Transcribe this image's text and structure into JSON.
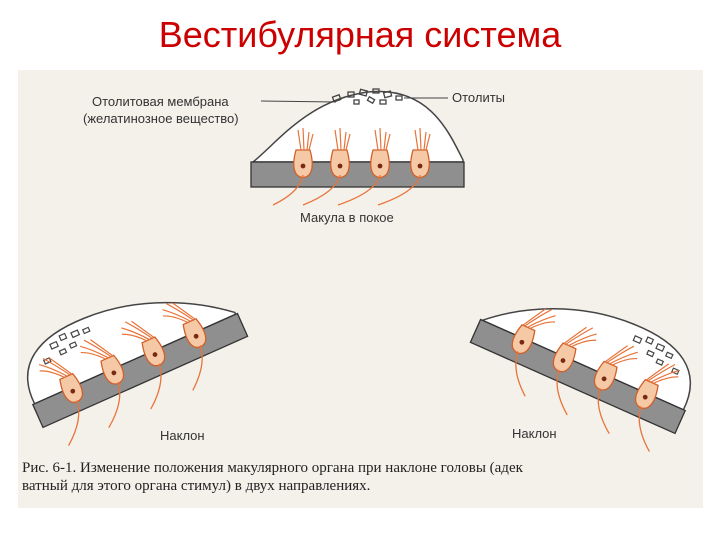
{
  "slide": {
    "title": "Вестибулярная система"
  },
  "figure": {
    "labels": {
      "membrane_line1": "Отолитовая мембрана",
      "membrane_line2": "(желатинозное вещество)",
      "otoliths": "Отолиты",
      "rest": "Макула в покое",
      "tilt_left": "Наклон",
      "tilt_right": "Наклон"
    },
    "caption": {
      "line1": "Рис. 6-1. Изменение положения макулярного органа при наклоне головы (адек",
      "line2": "ватный для этого органа стимул) в двух направлениях."
    }
  },
  "colors": {
    "title": "#cc0000",
    "hair_cell": "#e8743a",
    "base": "#8f8f8f",
    "background": "#f4f1ea"
  }
}
